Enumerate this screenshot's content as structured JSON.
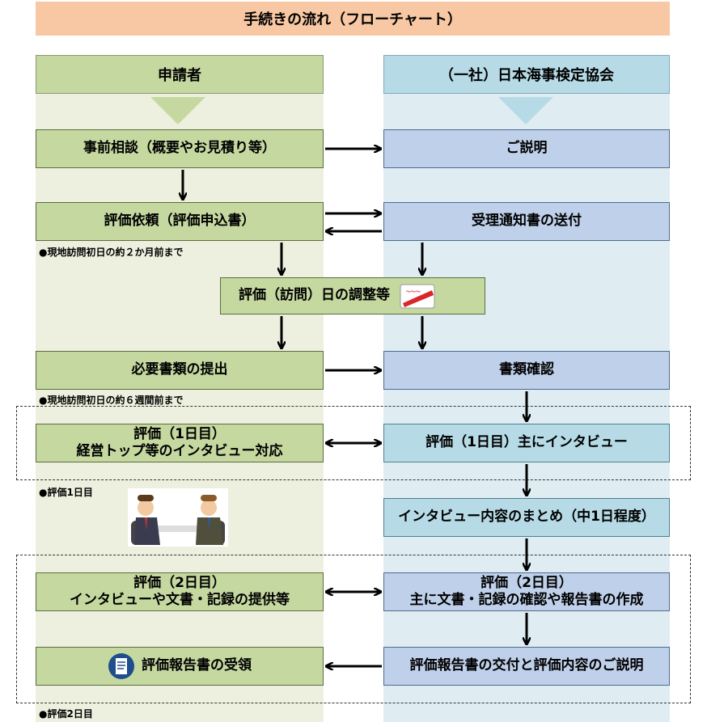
{
  "title": "手続きの流れ（フローチャート）",
  "lanes": {
    "applicant": "申請者",
    "association": "（一社）日本海事検定協会"
  },
  "steps": {
    "pre_consult": "事前相談（概要やお見積り等）",
    "explain": "ご説明",
    "request": "評価依頼（評価申込書）",
    "receipt": "受理通知書の送付",
    "schedule": "評価（訪問）日の調整等",
    "submit_docs": "必要書類の提出",
    "doc_check": "書類確認",
    "day1_left_1": "評価（1日目）",
    "day1_left_2": "経営トップ等のインタビュー対応",
    "day1_right": "評価（1日目）主にインタビュー",
    "summary": "インタビュー内容のまとめ（中1日程度）",
    "day2_left_1": "評価（2日目）",
    "day2_left_2": "インタビューや文書・記録の提供等",
    "day2_right_1": "評価（2日目）",
    "day2_right_2": "主に文書・記録の確認や報告書の作成",
    "report_receive": "評価報告書の受領",
    "report_deliver": "評価報告書の交付と評価内容のご説明"
  },
  "notes": {
    "n1": "●現地訪問初日の約２か月前まで",
    "n2": "●現地訪問初日の約６週間前まで",
    "n3": "●評価1日目",
    "n4": "●評価2日目"
  },
  "icons": {
    "calendar": "calendar-icon",
    "meeting": "meeting-illustration",
    "document": "document-icon"
  }
}
